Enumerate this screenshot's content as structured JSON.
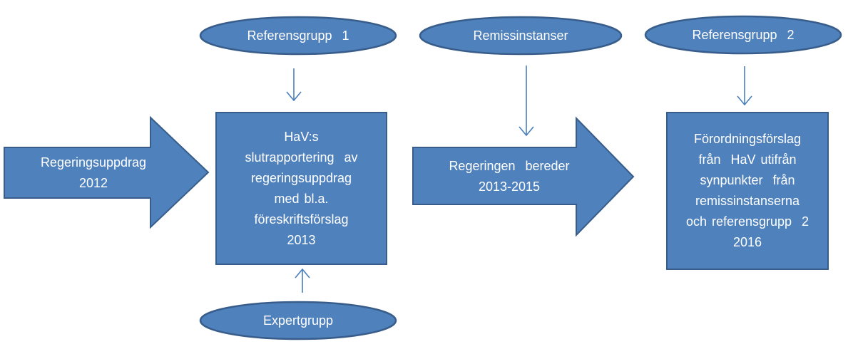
{
  "colors": {
    "fill": "#4F81BD",
    "stroke": "#385D8A",
    "connector": "#4A7EBB",
    "text": "#FFFFFF"
  },
  "nodes": {
    "ref1": {
      "label": "Referensgrupp  1"
    },
    "remiss": {
      "label": "Remissinstanser"
    },
    "ref2": {
      "label": "Referensgrupp  2"
    },
    "expert": {
      "label": "Expertgrupp"
    },
    "regeringsuppdrag": {
      "lines": [
        "Regeringsuppdrag",
        "2012"
      ]
    },
    "hav_report": {
      "lines": [
        "HaV:s",
        "slutrapportering  av",
        "regeringsuppdrag",
        "med bl.a.",
        "föreskriftsförslag",
        "2013"
      ]
    },
    "regeringen": {
      "lines": [
        "Regeringen  bereder",
        "2013-2015"
      ]
    },
    "forordning": {
      "lines": [
        "Förordningsförslag",
        "från  HaV utifrån",
        "synpunkter  från",
        "remissinstanserna",
        "och referensgrupp  2",
        "2016"
      ]
    }
  }
}
